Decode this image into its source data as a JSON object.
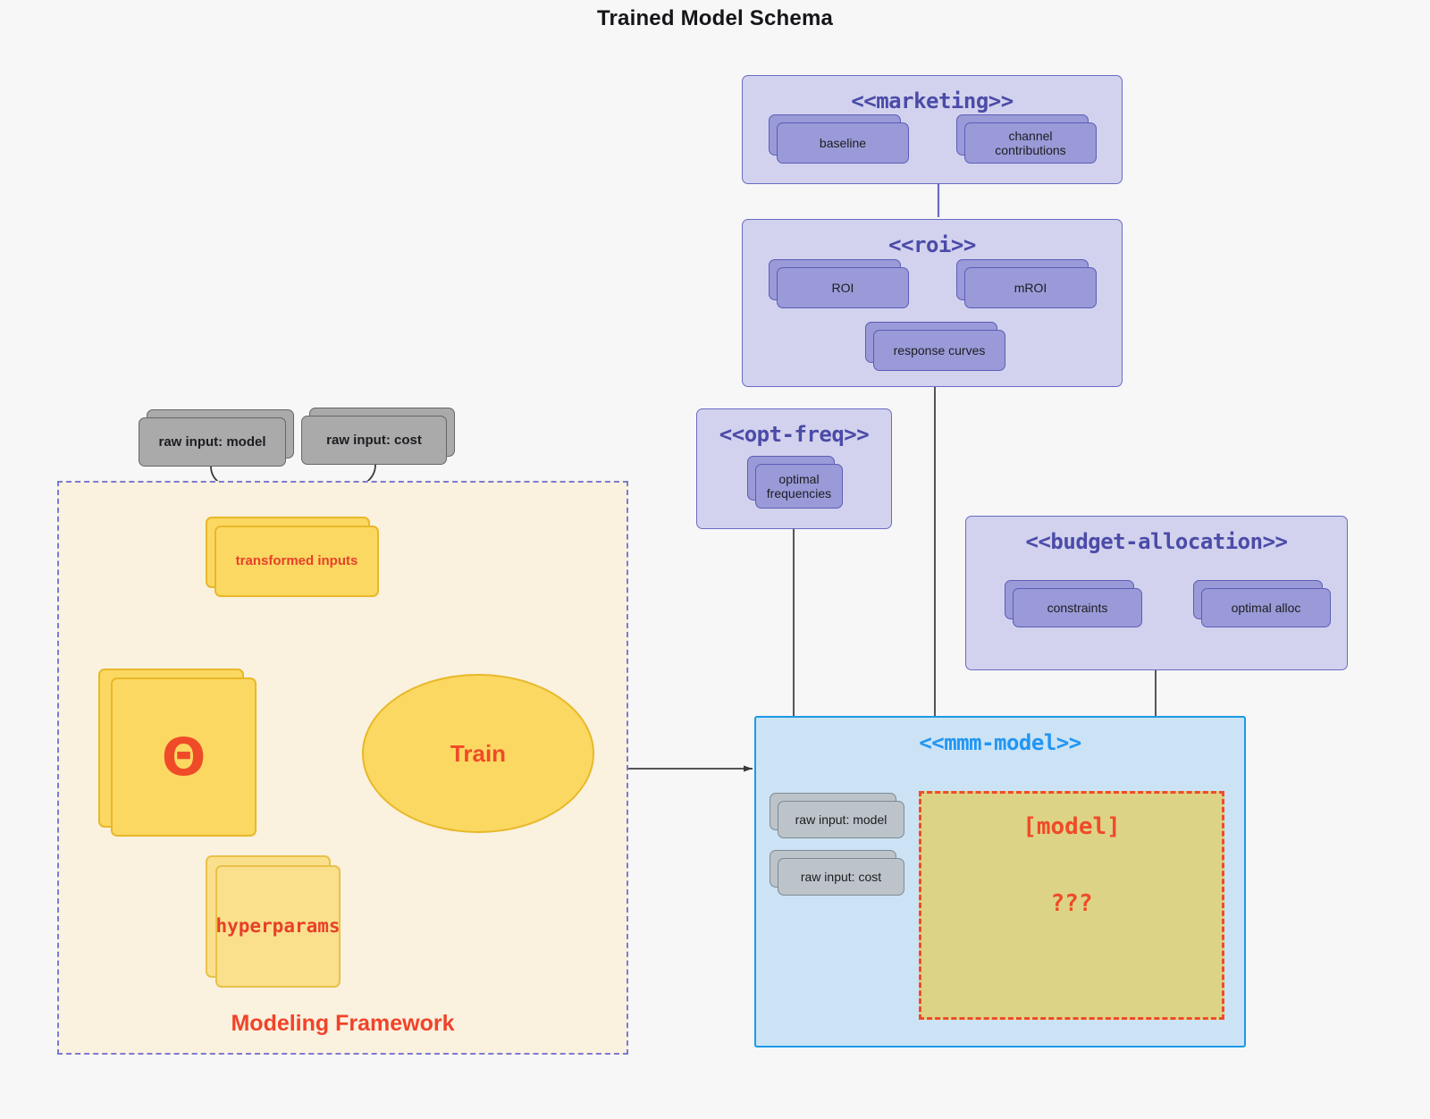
{
  "title": "Trained Model Schema",
  "packages": {
    "marketing": {
      "name": "<<marketing>>",
      "nodes": [
        {
          "label": "baseline"
        },
        {
          "label": "channel contributions"
        }
      ],
      "relation": "bidirectional-association"
    },
    "roi": {
      "name": "<<roi>>",
      "nodes": [
        {
          "label": "ROI"
        },
        {
          "label": "mROI"
        },
        {
          "label": "response curves"
        }
      ],
      "relation": "bidirectional-association"
    },
    "opt_freq": {
      "name": "<<opt-freq>>",
      "nodes": [
        {
          "label": "optimal\nfrequencies",
          "line1": "optimal",
          "line2": "frequencies"
        }
      ]
    },
    "budget_allocation": {
      "name": "<<budget-allocation>>",
      "nodes": [
        {
          "label": "constraints"
        },
        {
          "label": "optimal alloc"
        }
      ],
      "relation": "bidirectional-association"
    },
    "mmm_model": {
      "name": "<<mmm-model>>",
      "inputs": [
        {
          "label": "raw input: model"
        },
        {
          "label": "raw input: cost"
        }
      ],
      "model_box": {
        "title": "[model]",
        "unknown": "???"
      }
    }
  },
  "framework": {
    "label": "Modeling Framework",
    "raw_inputs": [
      {
        "label": "raw input: model"
      },
      {
        "label": "raw input: cost"
      }
    ],
    "transformed": {
      "label": "transformed inputs"
    },
    "theta": {
      "label": "Θ"
    },
    "hyperparams": {
      "label": "hyperparams"
    },
    "train": {
      "label": "Train"
    }
  },
  "colors": {
    "background": "#f7f7f7",
    "package_fill": "#d2d2ee",
    "package_stroke": "#6b6bc4",
    "package_title": "#4b4ba8",
    "artifact_purple": "#9a9ad8",
    "artifact_purple_stroke": "#5c5cb8",
    "mmm_fill": "#cce3f5",
    "mmm_stroke": "#1a9ae8",
    "mmm_title": "#2196f3",
    "framework_fill": "#faf1de",
    "framework_stroke": "#7b7bd0",
    "yellow_strong": "#fbd862",
    "yellow_strong_stroke": "#e8b828",
    "yellow_soft": "#fae08d",
    "yellow_soft_stroke": "#e8c148",
    "accent_red": "#ef4b28",
    "grey_artifact": "#aaaaaa",
    "grey_artifact_stroke": "#666666",
    "grey_small": "#bcc4ca",
    "grey_small_stroke": "#7d8a93",
    "model_khaki": "#ddd386",
    "connector_grey": "#555555"
  }
}
